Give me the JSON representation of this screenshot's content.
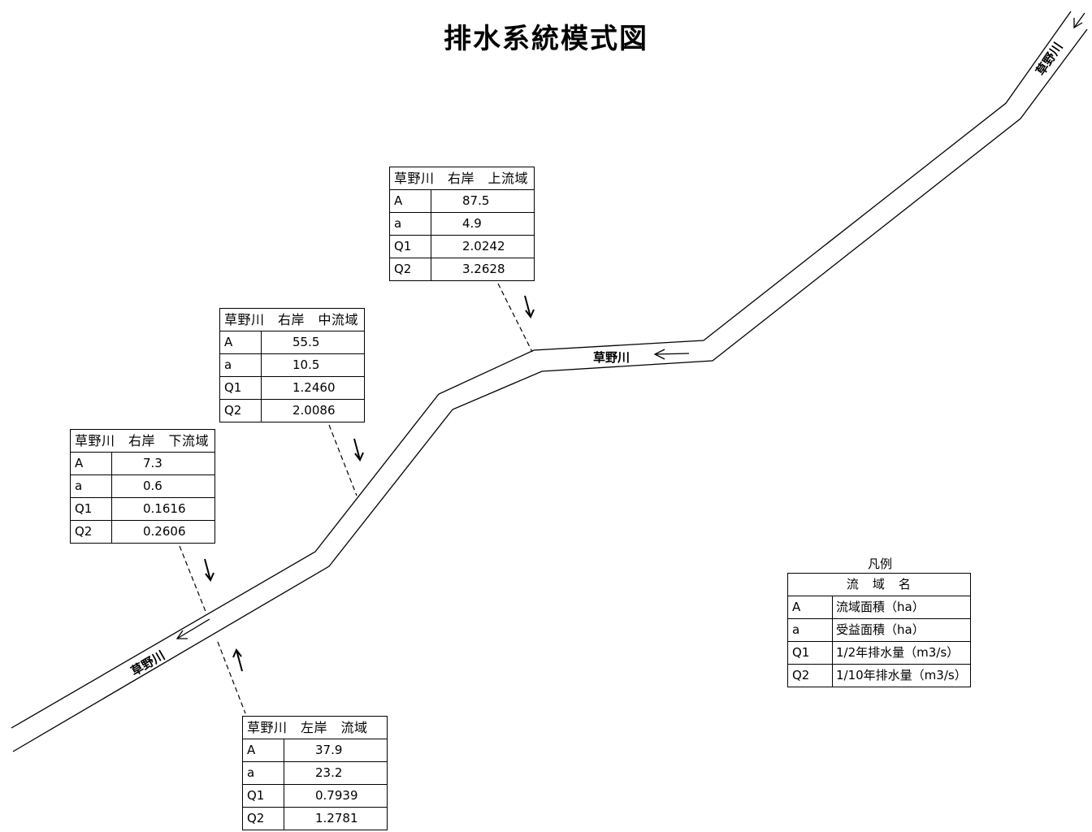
{
  "title": "排水系統模式図",
  "river_label": "草野川",
  "legend": {
    "title": "凡例",
    "header": "流　域　名",
    "rows": [
      {
        "key": "A",
        "desc": "流域面積（ha）"
      },
      {
        "key": "a",
        "desc": "受益面積（ha）"
      },
      {
        "key": "Q1",
        "desc": "1/2年排水量（m3/s）"
      },
      {
        "key": "Q2",
        "desc": "1/10年排水量（m3/s）"
      }
    ]
  },
  "basins": [
    {
      "name": "草野川　右岸　上流域",
      "rows": [
        {
          "key": "A",
          "value": "87.5"
        },
        {
          "key": "a",
          "value": "4.9"
        },
        {
          "key": "Q1",
          "value": "2.0242"
        },
        {
          "key": "Q2",
          "value": "3.2628"
        }
      ]
    },
    {
      "name": "草野川　右岸　中流域",
      "rows": [
        {
          "key": "A",
          "value": "55.5"
        },
        {
          "key": "a",
          "value": "10.5"
        },
        {
          "key": "Q1",
          "value": "1.2460"
        },
        {
          "key": "Q2",
          "value": "2.0086"
        }
      ]
    },
    {
      "name": "草野川　右岸　下流域",
      "rows": [
        {
          "key": "A",
          "value": "7.3"
        },
        {
          "key": "a",
          "value": "0.6"
        },
        {
          "key": "Q1",
          "value": "0.1616"
        },
        {
          "key": "Q2",
          "value": "0.2606"
        }
      ]
    },
    {
      "name": "草野川　左岸　流域",
      "rows": [
        {
          "key": "A",
          "value": "37.9"
        },
        {
          "key": "a",
          "value": "23.2"
        },
        {
          "key": "Q1",
          "value": "0.7939"
        },
        {
          "key": "Q2",
          "value": "1.2781"
        }
      ]
    }
  ]
}
